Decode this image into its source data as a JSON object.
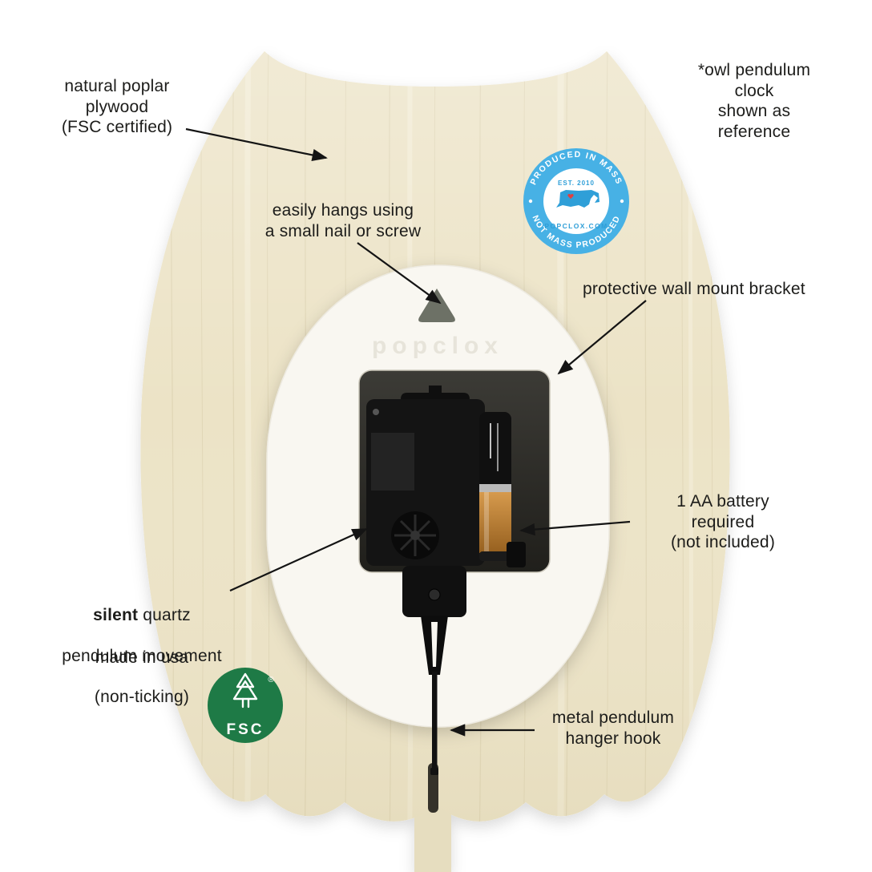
{
  "colors": {
    "background": "#ffffff",
    "wood": "#ece3c6",
    "wood_edge": "#e2d7b5",
    "bracket_white": "#f9f7f1",
    "recess_dark": "#2b2a26",
    "stamp_blue": "#47b1e5",
    "stamp_text_blue": "#2f9fd8",
    "fsc_green": "#1e7a46",
    "battery_copper": "#c08038",
    "ink": "#1c1c1a"
  },
  "product": {
    "brand_embossed": "popclox"
  },
  "annotations": {
    "material": "natural poplar\nplywood\n(FSC certified)",
    "reference": "*owl pendulum clock\nshown as reference",
    "hanging": "easily hangs using\na small nail or screw",
    "bracket": "protective wall mount bracket",
    "battery": "1 AA battery required\n(not included)",
    "movement": {
      "bold": "silent",
      "line1_rest": " quartz",
      "line2": "pendulum movement",
      "line3": "(non-ticking)",
      "made_in": "made in usa"
    },
    "hook": "metal pendulum\nhanger hook"
  },
  "badges": {
    "fsc": {
      "label": "FSC",
      "registered": "®"
    },
    "stamp": {
      "arc_top": "PRODUCED IN MASS",
      "arc_bottom": "NOT MASS PRODUCED",
      "est": "EST. 2010",
      "site": "POPCLOX.COM"
    }
  }
}
